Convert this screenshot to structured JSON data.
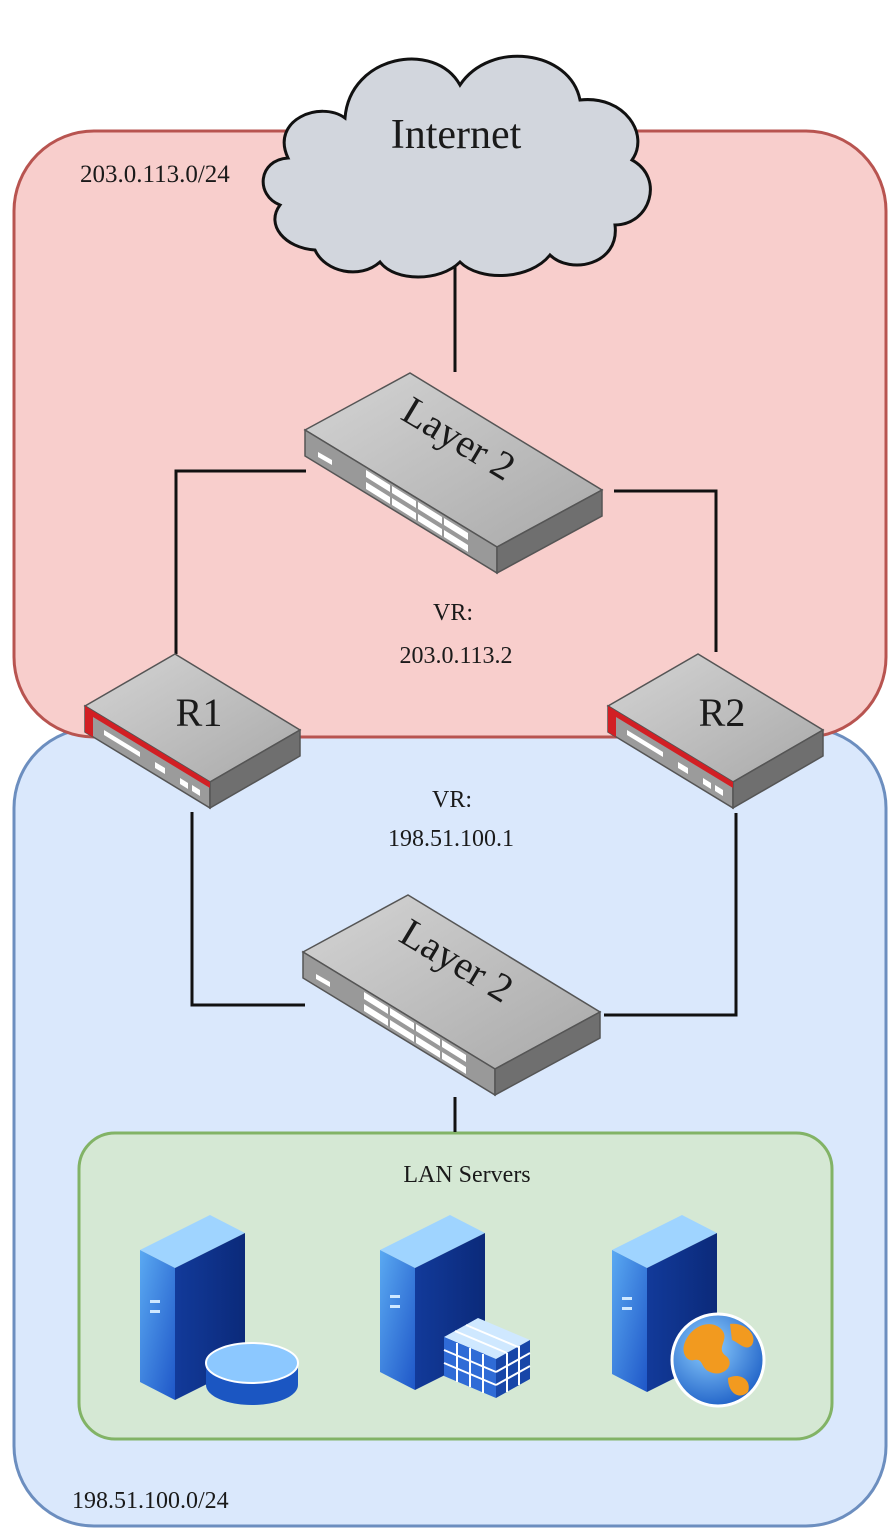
{
  "zones": {
    "public_subnet": "203.0.113.0/24",
    "private_subnet": "198.51.100.0/24",
    "lan_group": "LAN Servers"
  },
  "nodes": {
    "internet": "Internet",
    "switch_top": "Layer 2",
    "switch_bottom": "Layer 2",
    "router_1": "R1",
    "router_2": "R2"
  },
  "vr_public": {
    "prefix": "VR:",
    "address": "203.0.113.2"
  },
  "vr_private": {
    "prefix": "VR:",
    "address": "198.51.100.1"
  },
  "servers": [
    {
      "icon": "database-server-icon"
    },
    {
      "icon": "application-server-icon"
    },
    {
      "icon": "web-server-icon"
    }
  ],
  "colors": {
    "public_zone_fill": "#f8cecc",
    "public_zone_stroke": "#b85450",
    "private_zone_fill": "#dae8fc",
    "private_zone_stroke": "#6c8ebf",
    "lan_zone_fill": "#d5e8d4",
    "lan_zone_stroke": "#82b366"
  }
}
